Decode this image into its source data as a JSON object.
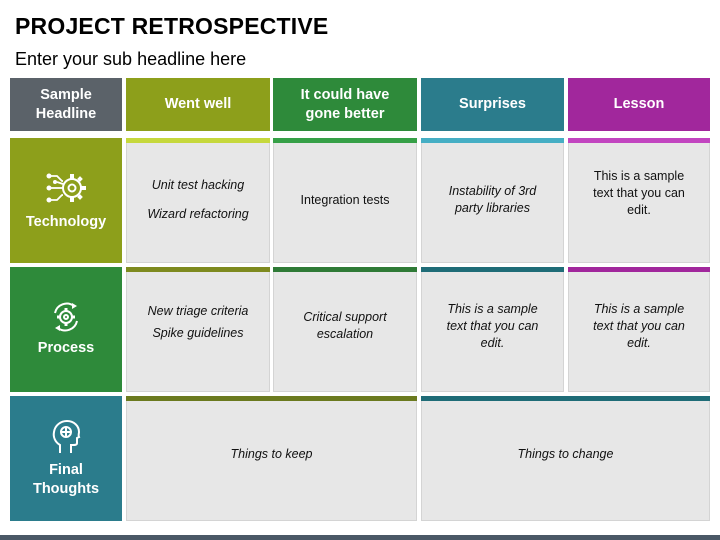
{
  "title": "PROJECT RETROSPECTIVE",
  "subtitle": "Enter your sub headline here",
  "header": {
    "corner": "Sample Headline",
    "columns": [
      "Went well",
      "It could have gone better",
      "Surprises",
      "Lesson"
    ]
  },
  "rows": [
    {
      "label": "Technology",
      "icon": "gear-circuit-icon",
      "cells": [
        {
          "lines": [
            "Unit test hacking",
            "Wizard refactoring"
          ]
        },
        {
          "lines": [
            "Integration tests"
          ]
        },
        {
          "lines": [
            "Instability of 3rd party libraries"
          ]
        },
        {
          "lines": [
            "This is a sample text that you can edit."
          ]
        }
      ]
    },
    {
      "label": "Process",
      "icon": "process-gears-icon",
      "cells": [
        {
          "lines": [
            "New triage criteria",
            "Spike guidelines"
          ]
        },
        {
          "lines": [
            "Critical support escalation"
          ]
        },
        {
          "lines": [
            "This is a sample text that you can edit."
          ]
        },
        {
          "lines": [
            "This is a sample text that you can edit."
          ]
        }
      ]
    },
    {
      "label": "Final Thoughts",
      "icon": "head-brain-icon",
      "cells": [
        {
          "lines": [
            "Things to keep"
          ]
        },
        {
          "lines": [
            "Things to change"
          ]
        }
      ]
    }
  ],
  "colors": {
    "corner": "#5b6269",
    "went_well": "#8d9f1b",
    "could_be_better": "#2e8a3a",
    "surprises": "#2b7c8c",
    "lesson": "#a1279c",
    "technology": "#8d9f1b",
    "process": "#2e8a3a",
    "final_thoughts": "#2b7c8c",
    "light_lime": "#c6d83c",
    "green_bar": "#36a047",
    "teal_bar": "#45aec4",
    "magenta_bar": "#c245c0",
    "olive_bar": "#7e8a1f",
    "dark_green_bar": "#2f7a36",
    "dark_teal_bar": "#1f6c77",
    "footer": "#4a5866"
  }
}
